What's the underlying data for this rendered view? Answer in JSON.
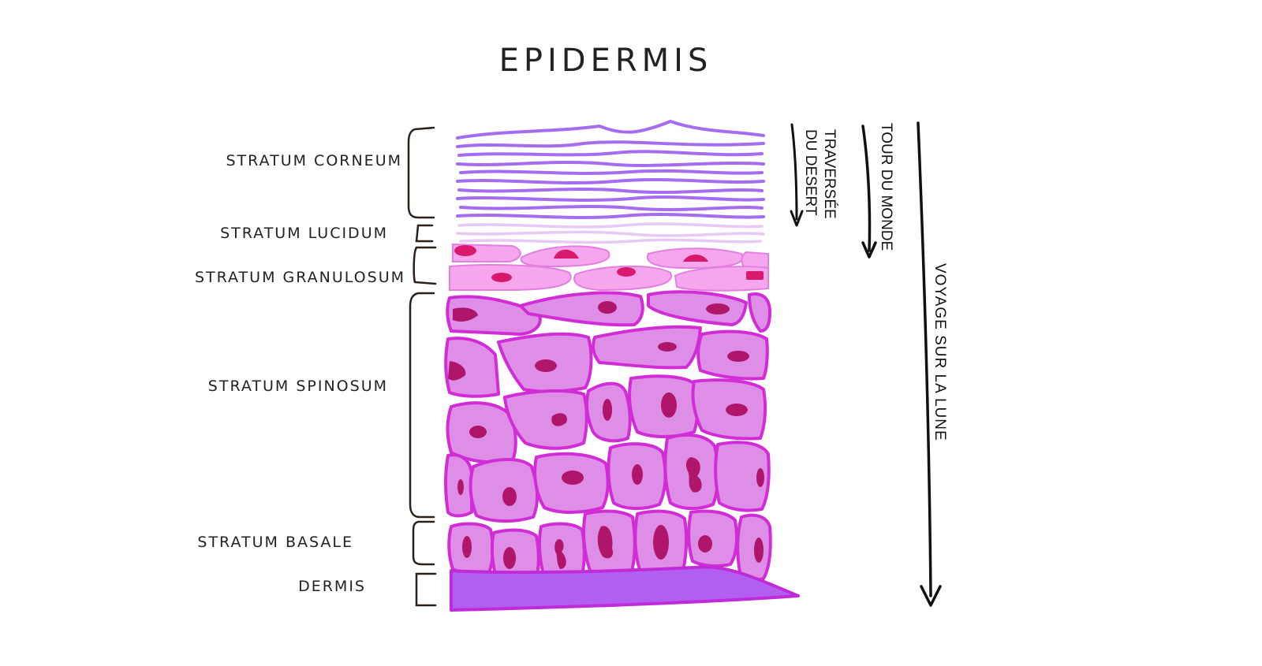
{
  "title": "EPIDERMIS",
  "layers": {
    "corneum": "STRATUM CORNEUM",
    "lucidum": "STRATUM LUCIDUM",
    "granulosum": "STRATUM GRANULOSUM",
    "spinosum": "STRATUM SPINOSUM",
    "basale": "STRATUM BASALE",
    "dermis": "DERMIS"
  },
  "journeys": {
    "desert_line1": "TRAVERSÉE",
    "desert_line2": "DU DESERT",
    "world": "TOUR DU MONDE",
    "moon": "VOYAGE SUR LA LUNE"
  },
  "colors": {
    "corneum": "#a56cf0",
    "lucidum": "#e8c8f4",
    "granulosum": "#f5a6ec",
    "granule_nucleus": "#d9196e",
    "spinosum_fill": "#df8ee8",
    "cell_border": "#d12cd6",
    "nucleus": "#b0156c",
    "dermis": "#b25ef0"
  }
}
